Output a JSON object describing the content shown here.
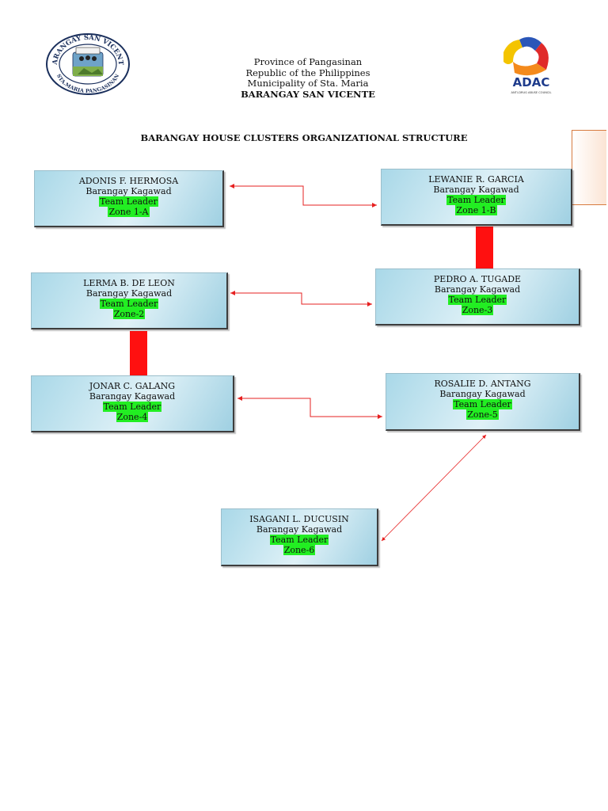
{
  "header": {
    "lines": [
      "Province of Pangasinan",
      "Republic of the Philippines",
      "Municipality of Sta. Maria"
    ],
    "barangay": "BARANGAY SAN VICENTE"
  },
  "logos": {
    "seal_text_top": "BARANGAY SAN VICENTE",
    "seal_text_bottom": "STA.MARIA PANGASINAN",
    "adac_text": "ADAC",
    "adac_subtext": "ANTI-DRUG ABUSE COUNCIL"
  },
  "title": "BARANGAY HOUSE CLUSTERS ORGANIZATIONAL STRUCTURE",
  "nodes": [
    {
      "name": "ADONIS F. HERMOSA",
      "position": "Barangay Kagawad",
      "role": "Team Leader",
      "zone": "Zone 1-A"
    },
    {
      "name": "LEWANIE R. GARCIA",
      "position": "Barangay Kagawad",
      "role": "Team Leader",
      "zone": "Zone 1-B"
    },
    {
      "name": "LERMA B. DE LEON",
      "position": "Barangay Kagawad",
      "role": "Team Leader",
      "zone": "Zone-2"
    },
    {
      "name": "PEDRO A. TUGADE",
      "position": "Barangay Kagawad",
      "role": "Team Leader",
      "zone": "Zone-3"
    },
    {
      "name": "JONAR C. GALANG",
      "position": "Barangay Kagawad",
      "role": "Team Leader",
      "zone": "Zone-4"
    },
    {
      "name": "ROSALIE D. ANTANG",
      "position": "Barangay Kagawad",
      "role": "Team Leader",
      "zone": "Zone-5"
    },
    {
      "name": "ISAGANI L. DUCUSIN",
      "position": "Barangay Kagawad",
      "role": "Team Leader",
      "zone": "Zone-6"
    }
  ],
  "colors": {
    "connector": "#e62020",
    "highlight": "#22ee22",
    "node_fill": "#a9d8e8"
  }
}
